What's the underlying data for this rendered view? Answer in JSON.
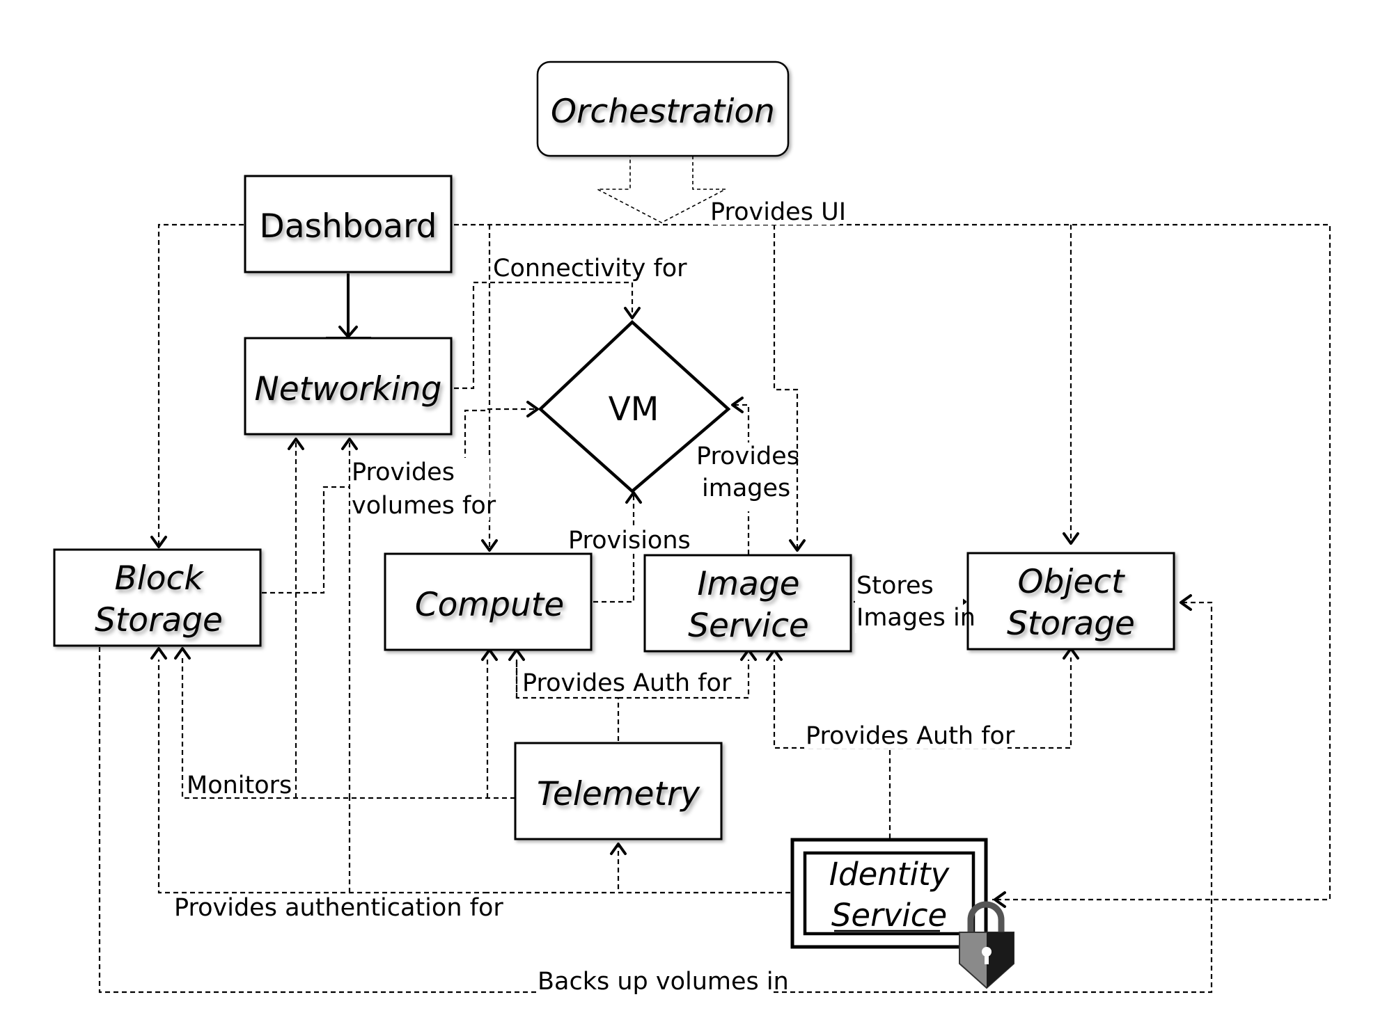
{
  "nodes": {
    "orchestration": "Orchestration",
    "dashboard": "Dashboard",
    "networking": "Networking",
    "vm": "VM",
    "block_storage": [
      "Block",
      "Storage"
    ],
    "compute": "Compute",
    "image_service": [
      "Image",
      "Service"
    ],
    "object_storage": [
      "Object",
      "Storage"
    ],
    "telemetry": "Telemetry",
    "identity_service": [
      "Identity",
      "Service"
    ]
  },
  "edge_labels": {
    "provides_ui": "Provides UI",
    "connectivity_for": "Connectivity for",
    "provides_volumes_for": [
      "Provides",
      "volumes for"
    ],
    "provides_images": [
      "Provides",
      "images"
    ],
    "provisions": "Provisions",
    "stores_images_in": [
      "Stores",
      "Images in"
    ],
    "provides_auth_for_1": "Provides Auth for",
    "provides_auth_for_2": "Provides Auth for",
    "monitors": "Monitors",
    "provides_authentication_for": "Provides authentication for",
    "backs_up_volumes_in": "Backs up volumes in"
  },
  "icons": {
    "lock": "padlock-icon",
    "orchestration_arrow": "hollow-arrow-down"
  }
}
